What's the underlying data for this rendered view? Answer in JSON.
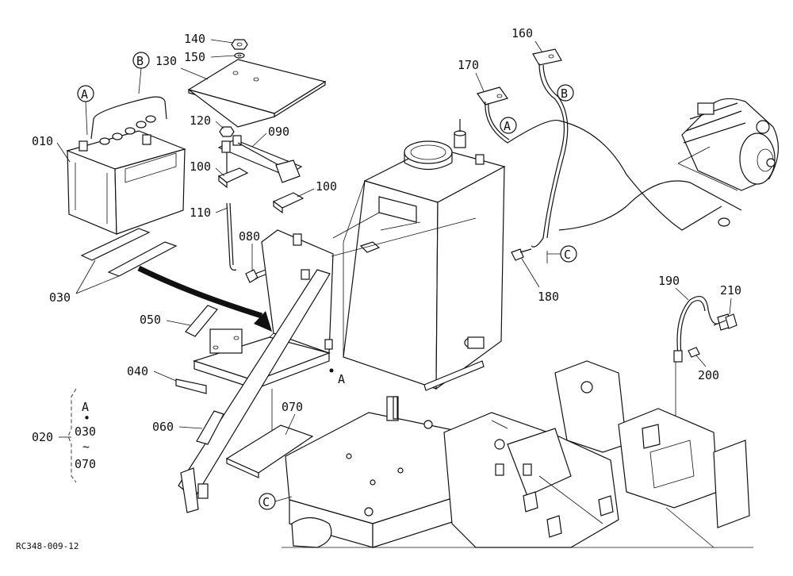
{
  "drawing_code": "RC348-009-12",
  "parts": [
    {
      "no": "010"
    },
    {
      "no": "030"
    },
    {
      "no": "040"
    },
    {
      "no": "050"
    },
    {
      "no": "060"
    },
    {
      "no": "070"
    },
    {
      "no": "080"
    },
    {
      "no": "090"
    },
    {
      "no": "100"
    },
    {
      "no": "100"
    },
    {
      "no": "110"
    },
    {
      "no": "120"
    },
    {
      "no": "130"
    },
    {
      "no": "140"
    },
    {
      "no": "150"
    },
    {
      "no": "160"
    },
    {
      "no": "170"
    },
    {
      "no": "180"
    },
    {
      "no": "190"
    },
    {
      "no": "200"
    },
    {
      "no": "210"
    }
  ],
  "callouts": [
    "A",
    "B",
    "A",
    "B",
    "C",
    "C",
    "A"
  ],
  "assembly": {
    "no": "020",
    "top": "A",
    "dot": "•",
    "from": "030",
    "tilde": "~",
    "to": "070"
  }
}
